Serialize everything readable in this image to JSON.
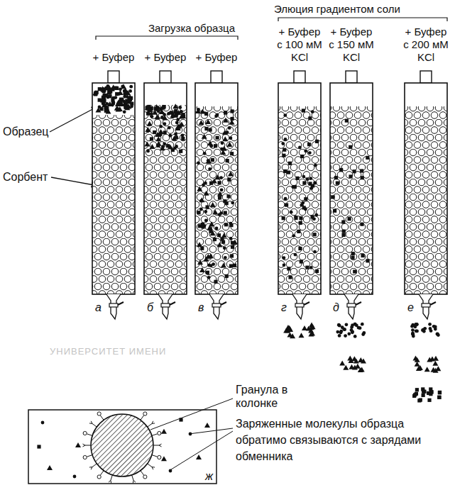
{
  "diagram": {
    "labels": [
      "Элюция градиентом соли",
      "Загрузка образца",
      "+ Буфер",
      "+ Буфер",
      "+ Буфер",
      "+ Буфер с 100 мМ KCl",
      "+ Буфер с 150 мМ KCl",
      "+ Буфер с 200 мМ KCl",
      "Образец",
      "Сорбент",
      "а",
      "б",
      "в",
      "г",
      "д",
      "е",
      "Гранула в колонке",
      "Заряженные молекулы образца обратимо связываются с зарядами обменника",
      "ж",
      "УНИВЕРСИТЕТ ИМЕНИ"
    ]
  }
}
